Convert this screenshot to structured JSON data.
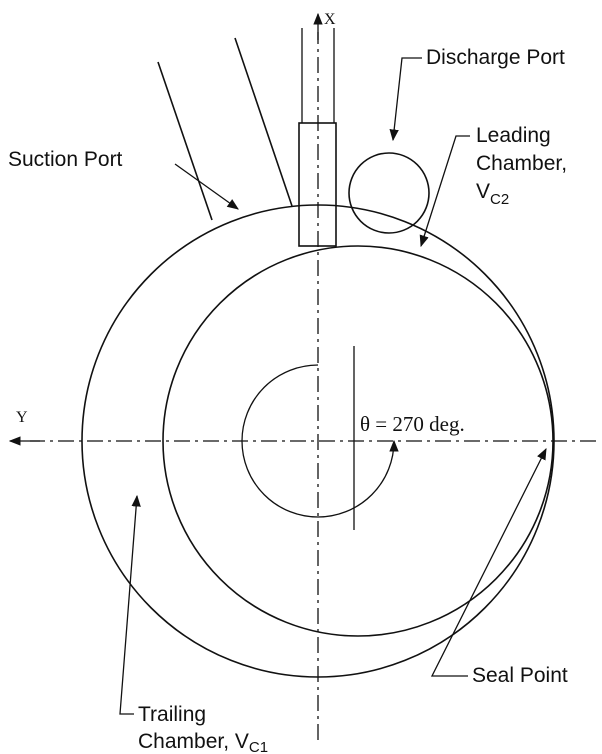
{
  "axes": {
    "x_label": "X",
    "y_label": "Y"
  },
  "labels": {
    "discharge_port": "Discharge Port",
    "suction_port": "Suction Port",
    "leading_chamber_line1": "Leading",
    "leading_chamber_line2": "Chamber,",
    "leading_chamber_var": "V",
    "leading_chamber_sub": "C2",
    "angle": "θ = 270 deg.",
    "seal_point": "Seal Point",
    "trailing_chamber_line1": "Trailing",
    "trailing_chamber_line2": "Chamber, V",
    "trailing_chamber_sub": "C1"
  }
}
